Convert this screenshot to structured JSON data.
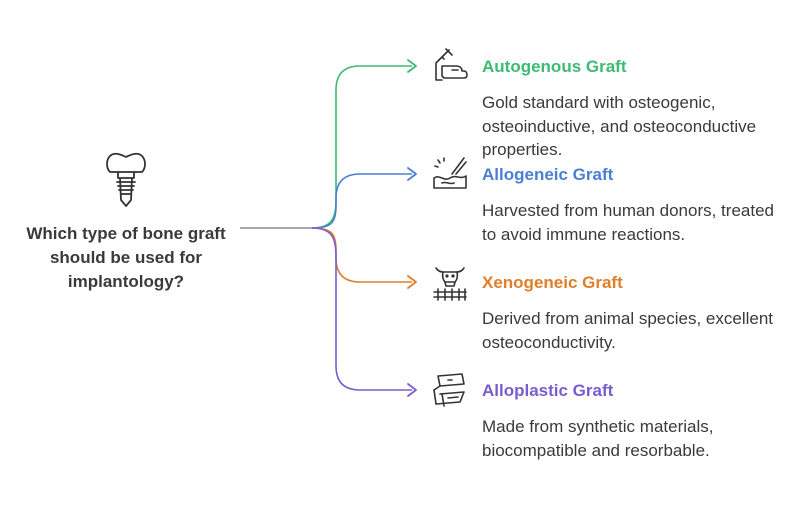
{
  "question": "Which type of bone graft should be used for implantology?",
  "branches": [
    {
      "title": "Autogenous Graft",
      "description": "Gold standard with osteogenic, osteoinductive, and osteoconductive properties.",
      "color": "#3dbb72",
      "icon": "hand-syringe-icon"
    },
    {
      "title": "Allogeneic Graft",
      "description": "Harvested from human donors, treated to avoid immune reactions.",
      "color": "#4a7fd6",
      "icon": "tissue-harvest-icon"
    },
    {
      "title": "Xenogeneic Graft",
      "description": "Derived from animal species, excellent osteoconductivity.",
      "color": "#e07f2a",
      "icon": "cow-fence-icon"
    },
    {
      "title": "Alloplastic Graft",
      "description": "Made from synthetic materials, biocompatible and resorbable.",
      "color": "#7a5cd1",
      "icon": "synthetic-material-icon"
    }
  ]
}
